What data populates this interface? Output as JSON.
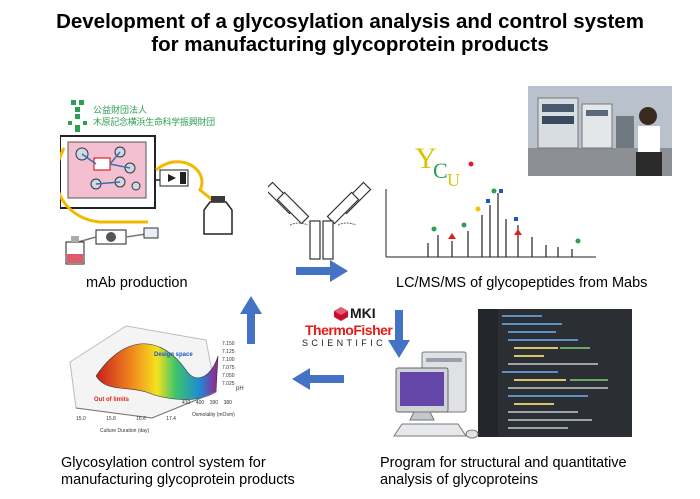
{
  "title": {
    "line1": "Development of a glycosylation analysis and control system",
    "line2": "for manufacturing glycoprotein products"
  },
  "captions": {
    "mab_production": "mAb production",
    "lcms": "LC/MS/MS of glycopeptides from Mabs",
    "control_line1": "Glycosylation control system for",
    "control_line2": "manufacturing glycoprotein products",
    "program_line1": "Program for structural and quantitative",
    "program_line2": "analysis of glycoproteins"
  },
  "logos": {
    "foundation_line1": "公益財団法人",
    "foundation_line2": "木原記念横浜生命科学振興財団",
    "ycu": "YCU",
    "mki": "MKI",
    "thermo_line1": "ThermoFisher",
    "thermo_line2": "SCIENTIFIC"
  },
  "surface_plot": {
    "design_space": "Design space",
    "out_of_limits": "Out of limits",
    "xlabel": "Culture Duration (day)",
    "ylabel": "Osmolality (mOsm)",
    "zlabel": "pH",
    "z_ticks": [
      "7.150",
      "7.125",
      "7.100",
      "7.075",
      "7.050",
      "7.025"
    ],
    "x_ticks": [
      "15.0",
      "15.8",
      "16.6",
      "17.4"
    ],
    "y_ticks": [
      "410",
      "400",
      "390",
      "380"
    ]
  },
  "colors": {
    "arrow": "#4472c4",
    "flow_line": "#f5b800",
    "ycu_yellow": "#d9c400",
    "ycu_green": "#2e9e52",
    "mki_red": "#c8102e",
    "thermo_red": "#e41b17"
  }
}
